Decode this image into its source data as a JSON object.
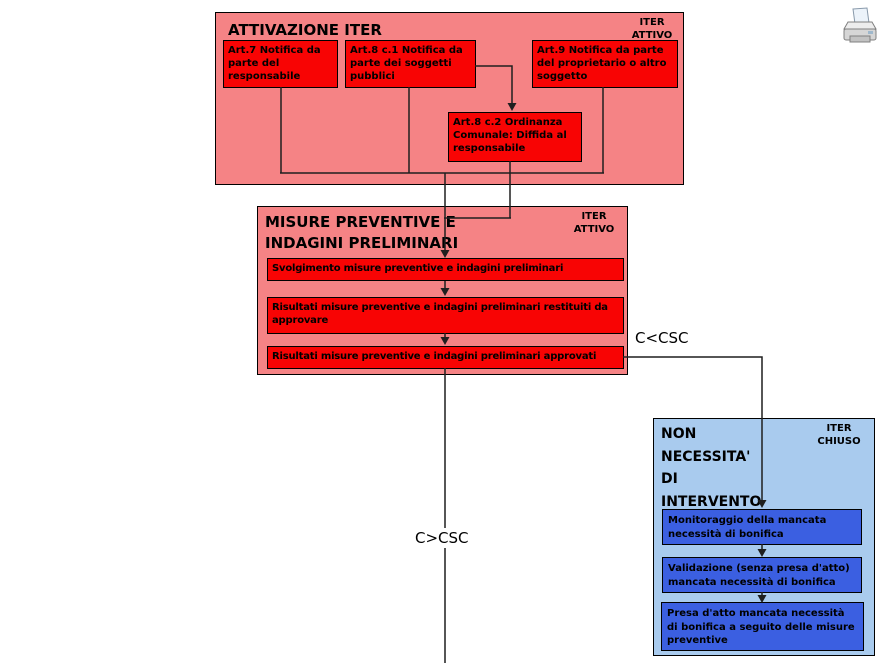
{
  "colors": {
    "pink_bg": "#F58385",
    "red_box": "#F80404",
    "blue_bg": "#A9CBEE",
    "blue_box": "#3B5FE1",
    "line": "#1F1F1F"
  },
  "sections": {
    "attivazione": {
      "title": "ATTIVAZIONE ITER",
      "status": "ITER ATTIVO",
      "boxes": [
        {
          "label": "Art.7 Notifica da parte del responsabile"
        },
        {
          "label": "Art.8 c.1 Notifica da parte dei soggetti pubblici"
        },
        {
          "label": "Art.9 Notifica da parte del proprietario o altro soggetto"
        },
        {
          "label": "Art.8 c.2 Ordinanza Comunale: Diffida  al responsabile"
        }
      ]
    },
    "misure": {
      "title": "MISURE PREVENTIVE  E INDAGINI PRELIMINARI",
      "status": "ITER ATTIVO",
      "boxes": [
        {
          "label": "Svolgimento misure preventive e indagini preliminari"
        },
        {
          "label": "Risultati misure preventive e indagini preliminari restituiti da approvare"
        },
        {
          "label": "Risultati misure preventive e indagini preliminari approvati"
        }
      ]
    },
    "non_necessita": {
      "title": "NON NECESSITA' DI INTERVENTO",
      "status": "ITER CHIUSO",
      "boxes": [
        {
          "label": "Monitoraggio della mancata necessità di bonifica"
        },
        {
          "label": "Validazione (senza presa d'atto) mancata necessità di bonifica"
        },
        {
          "label": "Presa d'atto mancata necessità di bonifica a seguito delle misure preventive"
        }
      ]
    }
  },
  "labels": {
    "c_less_csc": "C<CSC",
    "c_greater_csc": "C>CSC"
  },
  "icons": {
    "printer": "printer-icon"
  }
}
